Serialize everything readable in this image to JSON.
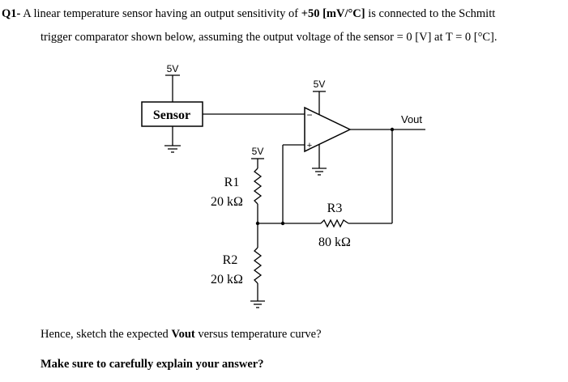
{
  "question": {
    "number": "Q1-",
    "line1_a": "A linear temperature sensor having an output sensitivity of ",
    "line1_sens": "+50 [mV/°C]",
    "line1_b": " is connected to the Schmitt",
    "line2": "trigger comparator shown below, assuming the output voltage of the sensor = 0 [V] at T = 0 [°C].",
    "followup_a": "Hence, sketch the expected ",
    "followup_bold": "Vout",
    "followup_b": " versus temperature curve?",
    "note": "Make sure to carefully explain your answer?"
  },
  "circuit": {
    "sensor_label": "Sensor",
    "sensor_supply": "5V",
    "opamp_supply": "5V",
    "divider_supply": "5V",
    "inverting": "−",
    "noninverting": "+",
    "output_label": "Vout",
    "r1_name": "R1",
    "r1_value": "20 kΩ",
    "r2_name": "R2",
    "r2_value": "20 kΩ",
    "r3_name": "R3",
    "r3_value": "80 kΩ"
  }
}
